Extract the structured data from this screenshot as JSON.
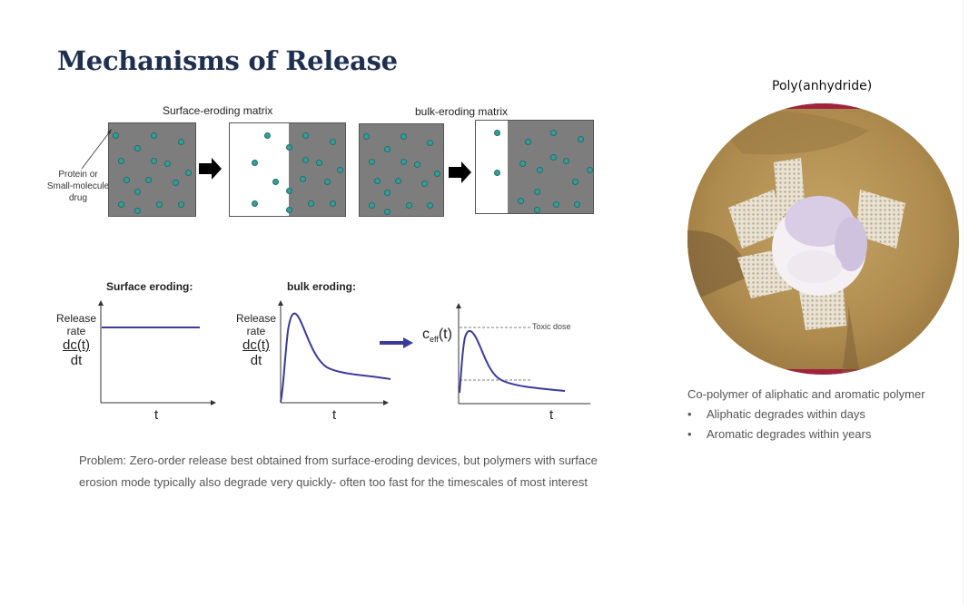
{
  "slide": {
    "title": "Mechanisms of Release",
    "figure_top": {
      "surface_label": "Surface-eroding matrix",
      "bulk_label": "bulk-eroding matrix",
      "drug_label": [
        "Protein or",
        "Small-molecule",
        "drug"
      ],
      "colors": {
        "matrix": "#7d7d7d",
        "drug": "#3a9c98",
        "eroded": "#ffffff"
      }
    },
    "figure_bottom": {
      "surface_title": "Surface eroding:",
      "bulk_title": "bulk eroding:",
      "y_label_line1": "Release",
      "y_label_line2": "rate",
      "y_label_num": "dc(t)",
      "y_label_den": "dt",
      "x_label": "t",
      "ceff_label": "c",
      "ceff_sub": "eff",
      "ceff_arg": "(t)",
      "toxic_label": "Toxic dose",
      "curve_color": "#3b3b9a"
    },
    "problem_text": "Problem: Zero-order release best obtained from surface-eroding devices, but polymers with surface erosion mode typically also degrade very quickly- often too fast for the timescales of most interest",
    "right_panel": {
      "heading": "Poly(anhydride)",
      "description": "Co-polymer of aliphatic and aromatic polymer",
      "bullets": [
        "Aliphatic degrades within days",
        "Aromatic degrades within years"
      ],
      "bullet_glyph": "•"
    }
  }
}
